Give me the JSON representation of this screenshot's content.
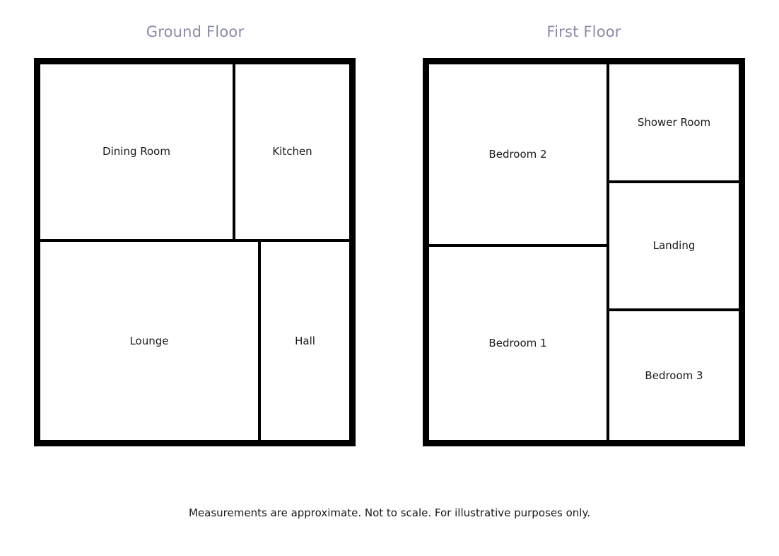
{
  "page": {
    "background": "#ffffff",
    "footnote": "Measurements are approximate. Not to scale. For illustrative purposes only."
  },
  "style": {
    "title_color": "#8b8bab",
    "wall_color": "#000000",
    "label_color": "#1a1a1a"
  },
  "floors": [
    {
      "title": "Ground Floor",
      "rooms": [
        {
          "name": "Dining Room",
          "label": "Dining Room"
        },
        {
          "name": "Kitchen",
          "label": "Kitchen"
        },
        {
          "name": "Lounge",
          "label": "Lounge"
        },
        {
          "name": "Hall",
          "label": "Hall"
        }
      ]
    },
    {
      "title": "First Floor",
      "rooms": [
        {
          "name": "Bedroom 2",
          "label": "Bedroom 2"
        },
        {
          "name": "Shower Room",
          "label": "Shower Room"
        },
        {
          "name": "Landing",
          "label": "Landing"
        },
        {
          "name": "Bedroom 1",
          "label": "Bedroom 1"
        },
        {
          "name": "Bedroom 3",
          "label": "Bedroom 3"
        }
      ]
    }
  ]
}
